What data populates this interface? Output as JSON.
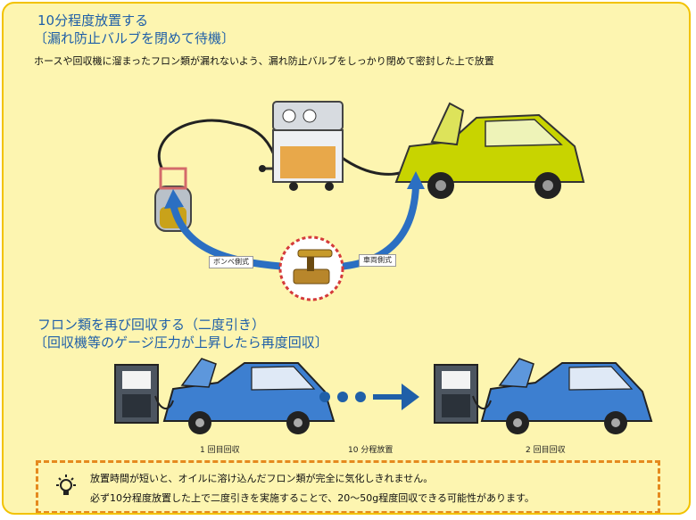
{
  "section1": {
    "title_line1": "10分程度放置する",
    "title_line2": "〔漏れ防止バルブを閉めて待機〕",
    "description": "ホースや回収機に溜まったフロン類が漏れないよう、漏れ防止バルブをしっかり閉めて密封した上で放置"
  },
  "diagram": {
    "label_left": "ボンベ側式",
    "label_right": "車両側式"
  },
  "section2": {
    "title_line1": "フロン類を再び回収する（二度引き）",
    "title_line2": "〔回収機等のゲージ圧力が上昇したら再度回収〕"
  },
  "steps": {
    "first": "1 回目回収",
    "wait": "10 分程放置",
    "second": "2 回目回収"
  },
  "note": {
    "icon": "lightbulb-icon",
    "line1": "放置時間が短いと、オイルに溶け込んだフロン類が完全に気化しきれません。",
    "line2": "必ず10分程度放置した上で二度引きを実施することで、20〜50g程度回収できる可能性があります。"
  },
  "colors": {
    "heading": "#1f5fa8",
    "arrow": "#2b6fc2",
    "car_top": "#c8d400",
    "car_bottom": "#3d7fd0",
    "note_border": "#e58a1f"
  }
}
